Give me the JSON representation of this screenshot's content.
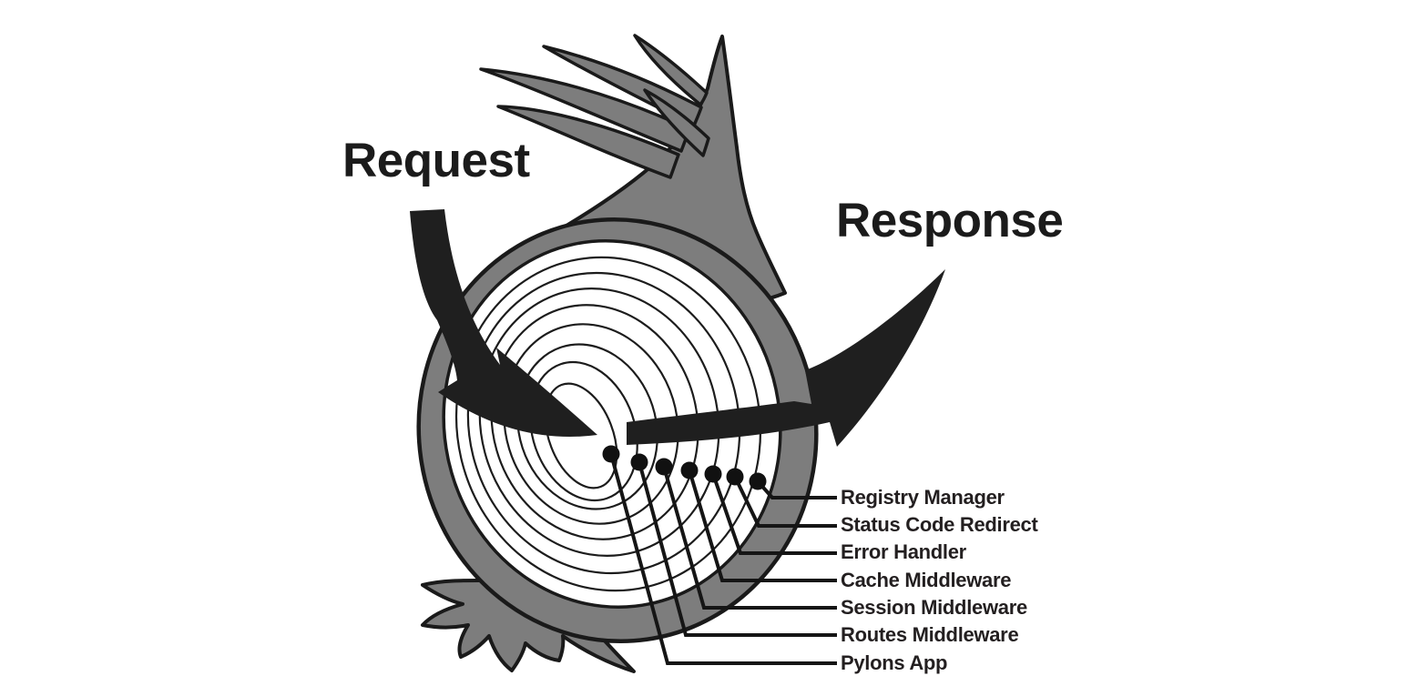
{
  "flow": {
    "request_label": "Request",
    "response_label": "Response"
  },
  "onion": {
    "layers": [
      {
        "label": "Registry Manager"
      },
      {
        "label": "Status Code Redirect"
      },
      {
        "label": "Error Handler"
      },
      {
        "label": "Cache Middleware"
      },
      {
        "label": "Session Middleware"
      },
      {
        "label": "Routes Middleware"
      },
      {
        "label": "Pylons App"
      }
    ]
  },
  "colors": {
    "onion_skin_gray": "#7d7d7d",
    "outline_black": "#1a1a1a",
    "arrow_ink": "#1f1f1f",
    "text_ink": "#231f20",
    "background": "#ffffff"
  }
}
